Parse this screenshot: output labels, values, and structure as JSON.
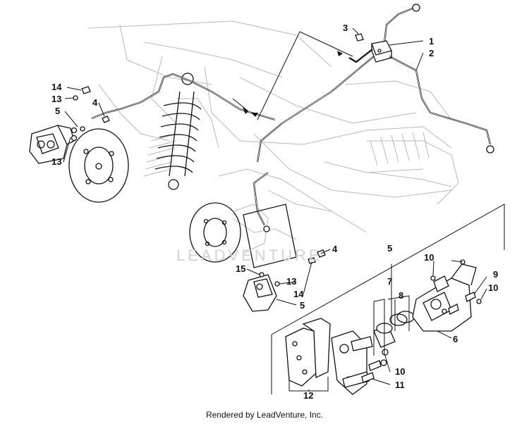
{
  "diagram": {
    "callouts": {
      "c1": "1",
      "c2": "2",
      "c3": "3",
      "c4a": "4",
      "c4b": "4",
      "c5a": "5",
      "c5b": "5",
      "c5c": "5",
      "c6": "6",
      "c7": "7",
      "c8": "8",
      "c9": "9",
      "c10a": "10",
      "c10b": "10",
      "c10c": "10",
      "c11": "11",
      "c12": "12",
      "c13a": "13",
      "c13b": "13",
      "c13c": "13",
      "c14a": "14",
      "c14b": "14",
      "c15": "15"
    },
    "watermark": "LEADVENTURE",
    "credit": "Rendered by LeadVenture, Inc."
  }
}
